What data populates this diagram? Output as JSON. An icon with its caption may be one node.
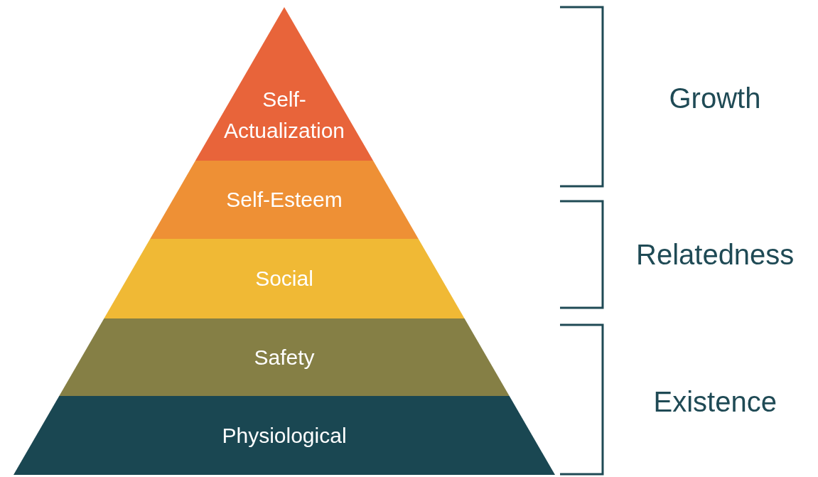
{
  "diagram": {
    "nodes": [
      {
        "text": [
          "Self-Actualization"
        ]
      },
      {
        "text": [
          "Self-Esteem"
        ]
      },
      {
        "text": [
          "Social"
        ]
      },
      {
        "text": [
          "Safety"
        ]
      },
      {
        "text": [
          "Physiological"
        ]
      }
    ],
    "labels": [
      "Growth",
      "Relatedness",
      "Existence"
    ]
  }
}
